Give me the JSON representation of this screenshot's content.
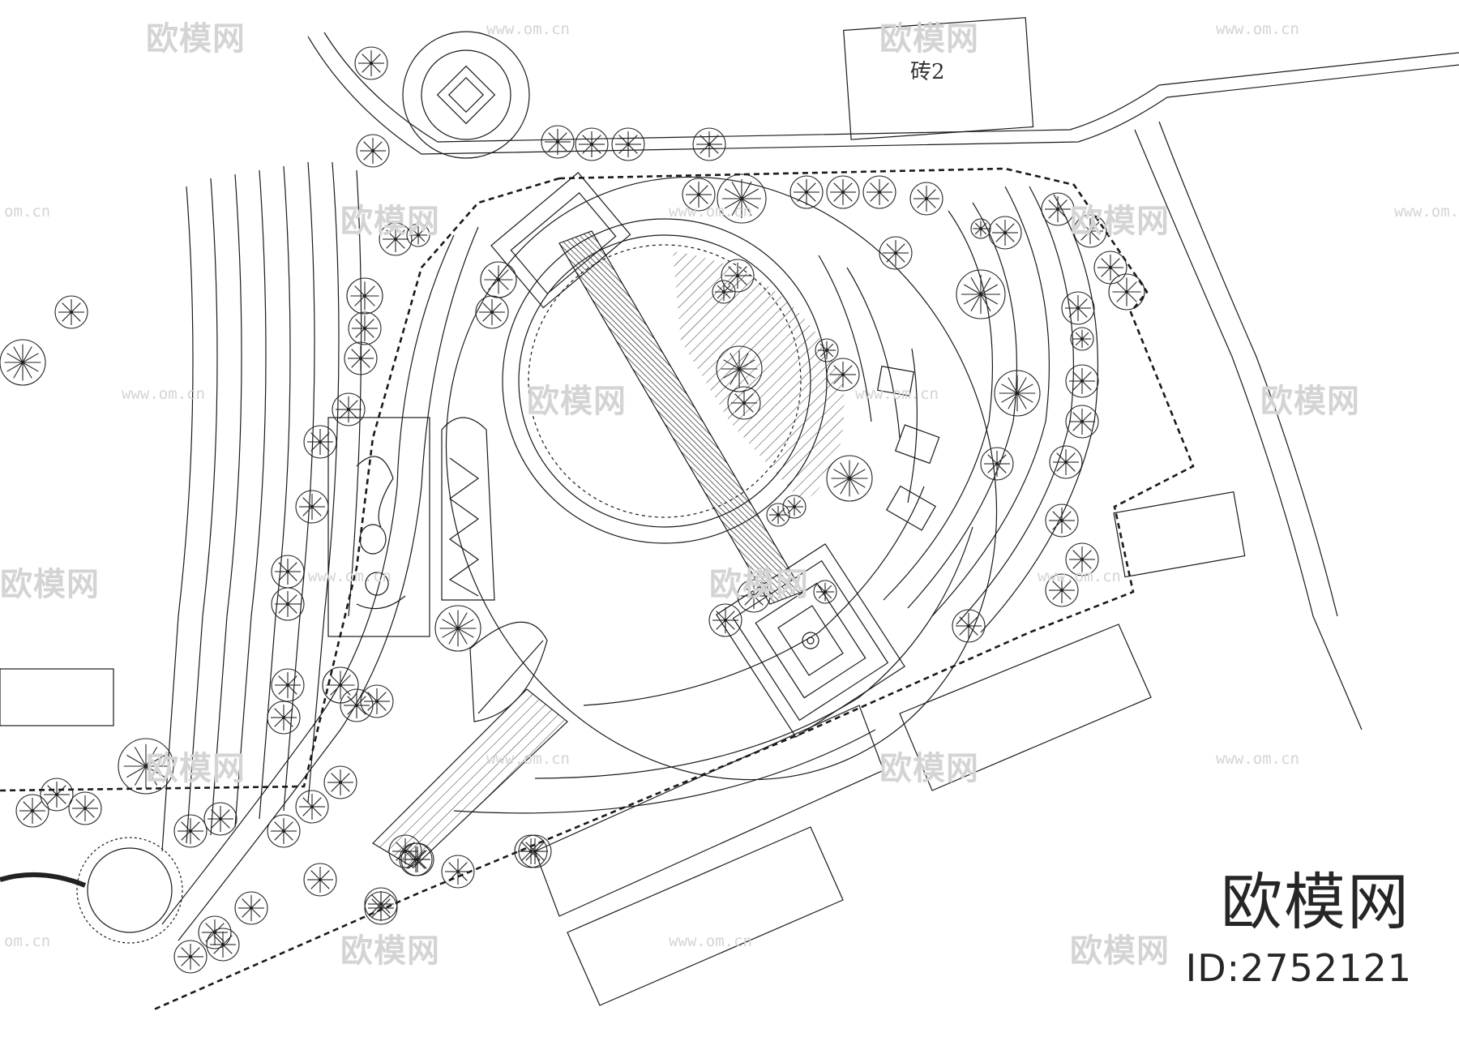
{
  "plan": {
    "label_top": "砖2"
  },
  "branding": {
    "site_name": "欧模网",
    "asset_id": "ID:2752121"
  },
  "watermarks": {
    "logo_text": "欧模网",
    "url_text": "www.om.cn",
    "url_partial": "om.cn"
  },
  "colors": {
    "line": "#1a1a1a",
    "watermark": "#d4d4d4"
  }
}
